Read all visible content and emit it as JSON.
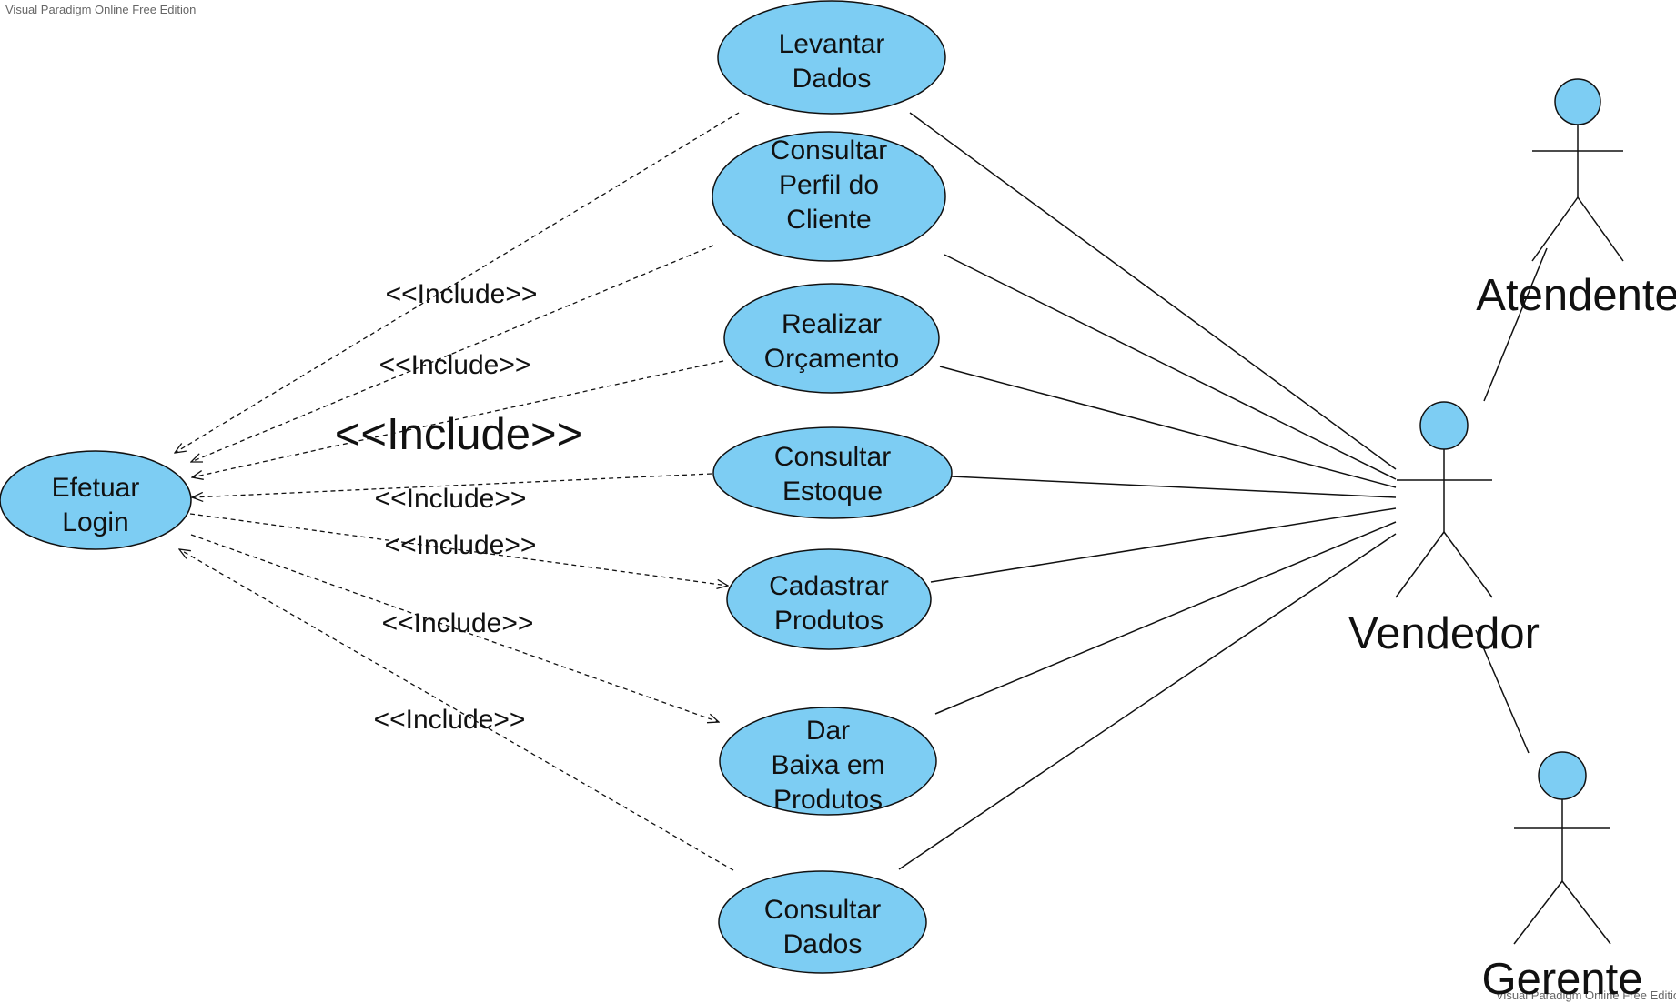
{
  "watermark": {
    "top": "Visual Paradigm Online Free Edition",
    "bottom": "Visual Paradigm Online Free Edition"
  },
  "colors": {
    "usecase_fill": "#7dcdf3",
    "stroke": "#111111"
  },
  "use_cases": {
    "efetuar_login": [
      "Efetuar",
      "Login"
    ],
    "levantar_dados": [
      "Levantar",
      "Dados"
    ],
    "consultar_perfil": [
      "Consultar",
      "Perfil do",
      "Cliente"
    ],
    "realizar_orcamento": [
      "Realizar",
      "Orçamento"
    ],
    "consultar_estoque": [
      "Consultar",
      "Estoque"
    ],
    "cadastrar_produtos": [
      "Cadastrar",
      "Produtos"
    ],
    "dar_baixa": [
      "Dar",
      "Baixa em",
      "Produtos"
    ],
    "consultar_dados": [
      "Consultar",
      "Dados"
    ]
  },
  "actors": {
    "atendente": "Atendente",
    "vendedor": "Vendedor",
    "gerente": "Gerente"
  },
  "include_labels": [
    "<<Include>>",
    "<<Include>>",
    "<<Include>>",
    "<<Include>>",
    "<<Include>>",
    "<<Include>>",
    "<<Include>>"
  ]
}
